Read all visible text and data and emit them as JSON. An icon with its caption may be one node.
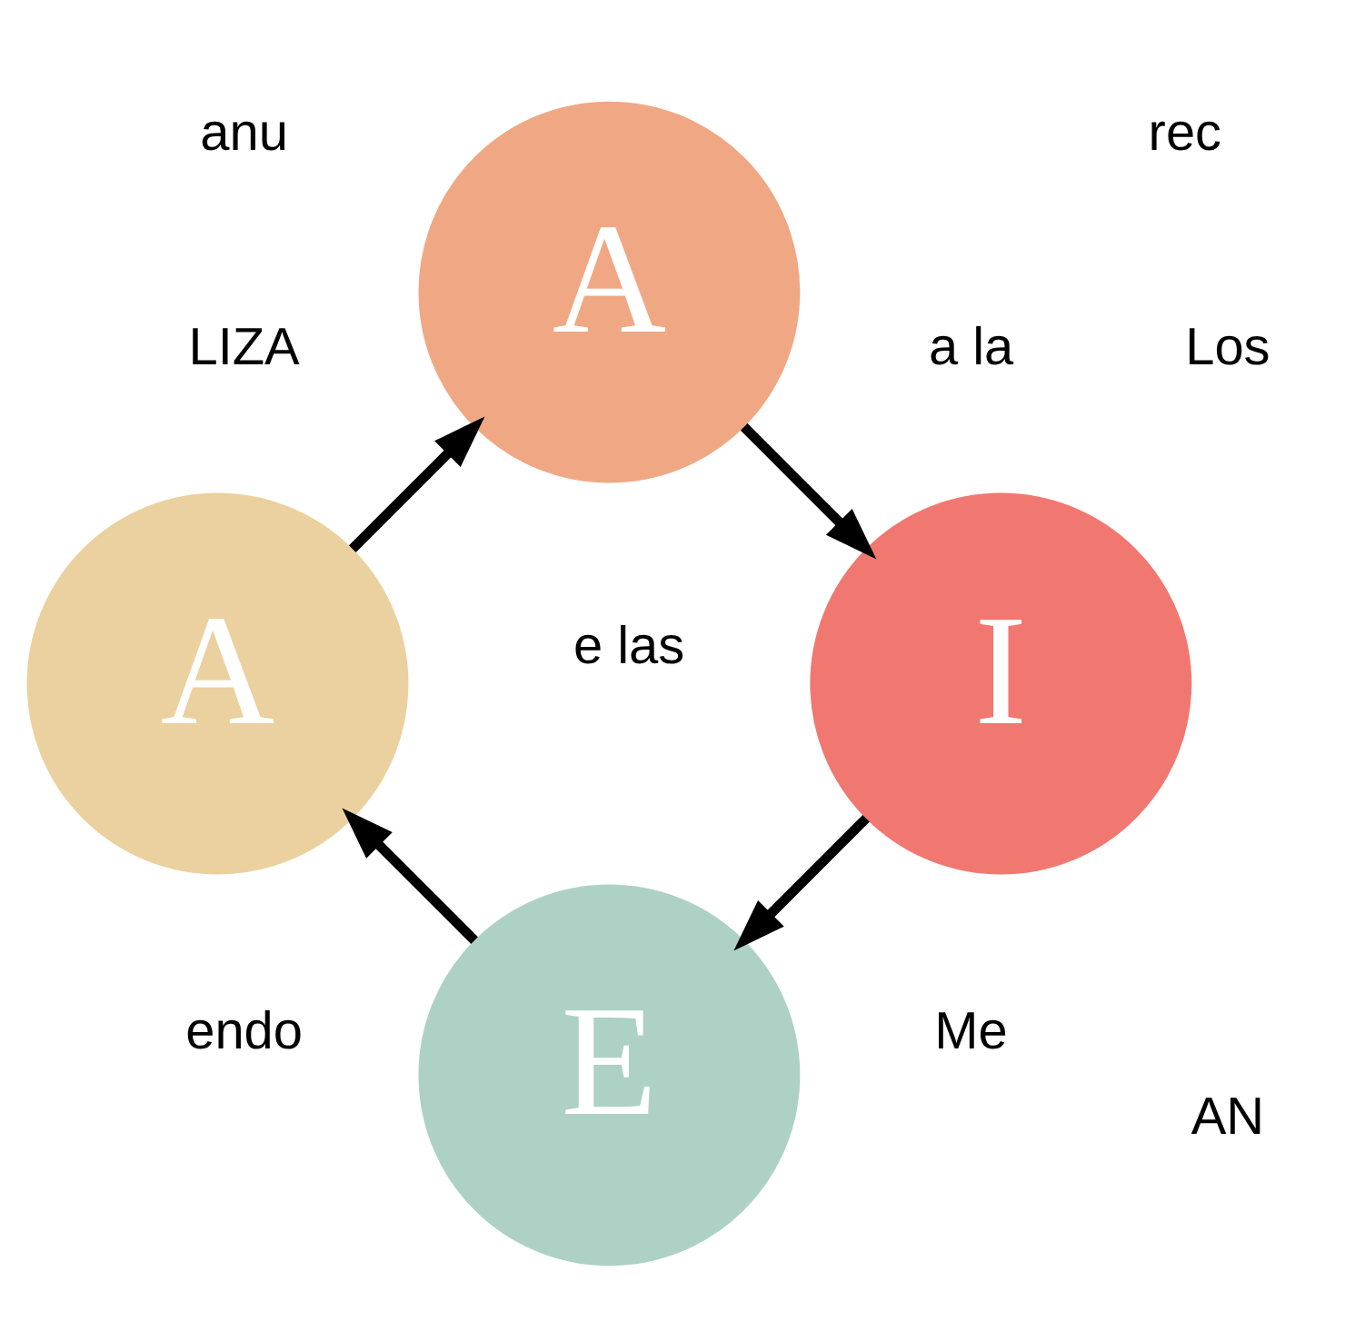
{
  "diagram": {
    "nodes": [
      {
        "text": [
          "E"
        ]
      },
      {
        "text": [
          "A"
        ]
      },
      {
        "text": [
          "A"
        ]
      },
      {
        "text": [
          "I"
        ]
      }
    ],
    "edges": [
      {
        "from": 0,
        "to": 1,
        "arrow": "to"
      },
      {
        "from": 1,
        "to": 2,
        "arrow": "to"
      },
      {
        "from": 2,
        "to": 3,
        "arrow": "to"
      },
      {
        "from": 3,
        "to": 0,
        "arrow": "to"
      }
    ],
    "labels": [
      "e las",
      "a la",
      "Me",
      "rec",
      "anu",
      "LIZA",
      "endo",
      "AN",
      "Los"
    ]
  }
}
